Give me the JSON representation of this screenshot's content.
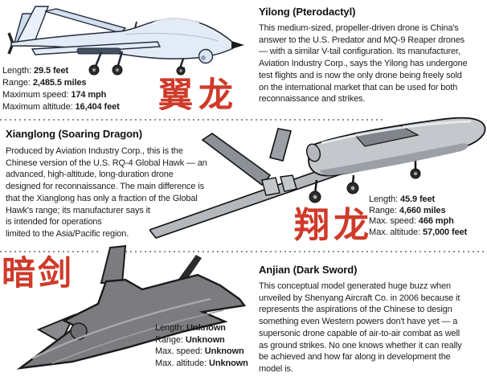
{
  "colors": {
    "accent_red": "#cf3a2a",
    "drone_blue": "#e3ecf6",
    "drone_gray_light": "#c4c8cc",
    "drone_gray_dark": "#7c7c80",
    "outline": "#1a1a1a"
  },
  "sections": [
    {
      "id": "yilong",
      "chinese_name": "翼龙",
      "title": "Yilong (Pterodactyl)",
      "body": "This medium-sized, propeller-driven drone is China's\nanswer to the U.S. Predator and MQ-9 Reaper drones\n— with a similar V-tail configuration. Its manufacturer,\nAviation Industry Corp., says the Yilong has undergone\ntest flights and is now the only drone being freely sold\non the international market that can be used for both\nreconnaissance and strikes.",
      "illustration": "yilong-drone-side-view",
      "specs": [
        {
          "label": "Length:",
          "value": "29.5 feet"
        },
        {
          "label": "Range:",
          "value": "2,485.5 miles"
        },
        {
          "label": "Maximum speed:",
          "value": "174 mph"
        },
        {
          "label": "Maximum altitude:",
          "value": "16,404 feet"
        }
      ]
    },
    {
      "id": "xianglong",
      "chinese_name": "翔龙",
      "title": "Xianglong (Soaring Dragon)",
      "body": "Produced by Aviation Industry Corp., this is the\nChinese version of the U.S. RQ-4 Global Hawk — an\nadvanced, high-altitude, long-duration drone\ndesigned for reconnaissance. The main difference is\nthat the Xianglong has only a fraction of the Global\nHawk's range; its manufacturer says it\nis intended for operations\nlimited to the Asia/Pacific region.",
      "illustration": "xianglong-drone-three-quarter-view",
      "specs": [
        {
          "label": "Length:",
          "value": "45.9 feet"
        },
        {
          "label": "Range:",
          "value": "4,660 miles"
        },
        {
          "label": "Max. speed:",
          "value": "466 mph"
        },
        {
          "label": "Max. altitude:",
          "value": "57,000 feet"
        }
      ]
    },
    {
      "id": "anjian",
      "chinese_name": "暗剑",
      "title": "Anjian (Dark Sword)",
      "body": "This conceptual model generated huge buzz when\nunveiled by Shenyang Aircraft Co. in 2006 because it\nrepresents the aspirations of the Chinese to design\nsomething even Western powers don't have yet — a\nsupersonic drone capable of air-to-air combat as well\nas ground strikes. No one knows whether it can really\nbe achieved and how far along in development the\nmodel is.",
      "illustration": "anjian-drone-stealth-view",
      "specs": [
        {
          "label": "Length:",
          "value": "Unknown"
        },
        {
          "label": "Range:",
          "value": "Unknown"
        },
        {
          "label": "Max. speed:",
          "value": "Unknown"
        },
        {
          "label": "Max. altitude:",
          "value": "Unknown"
        }
      ]
    }
  ]
}
